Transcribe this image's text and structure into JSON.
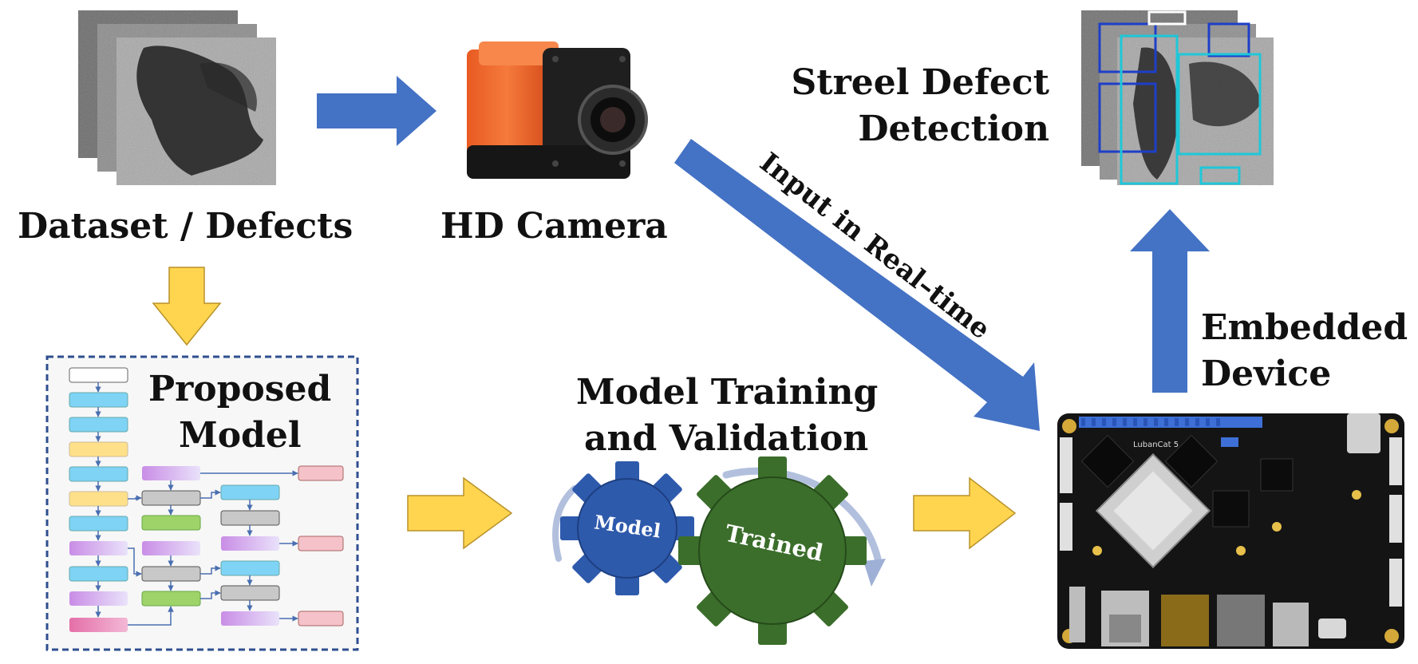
{
  "labels": {
    "dataset": "Dataset / Defects",
    "camera": "HD Camera",
    "detection_line1": "Streel Defect",
    "detection_line2": "Detection",
    "realtime": "Input in Real–time",
    "embedded_line1": "Embedded",
    "embedded_line2": "Device",
    "training_line1": "Model Training",
    "training_line2": "and Validation",
    "proposed_line1": "Proposed",
    "proposed_line2": "Model"
  },
  "gears": {
    "left": "Model",
    "right": "Trained"
  },
  "board": {
    "brand": "LubanCat 5"
  },
  "colors": {
    "blue_arrow": "#4472C4",
    "yellow_arrow": "#FFD54F",
    "gear_blue": "#2E5AAC",
    "gear_green": "#3B6E2B",
    "camera_orange": "#F26A2E",
    "box_border": "#2F4F8F",
    "det_box_dark": "#1E3FC8",
    "det_box_cyan": "#1FC7D8"
  }
}
